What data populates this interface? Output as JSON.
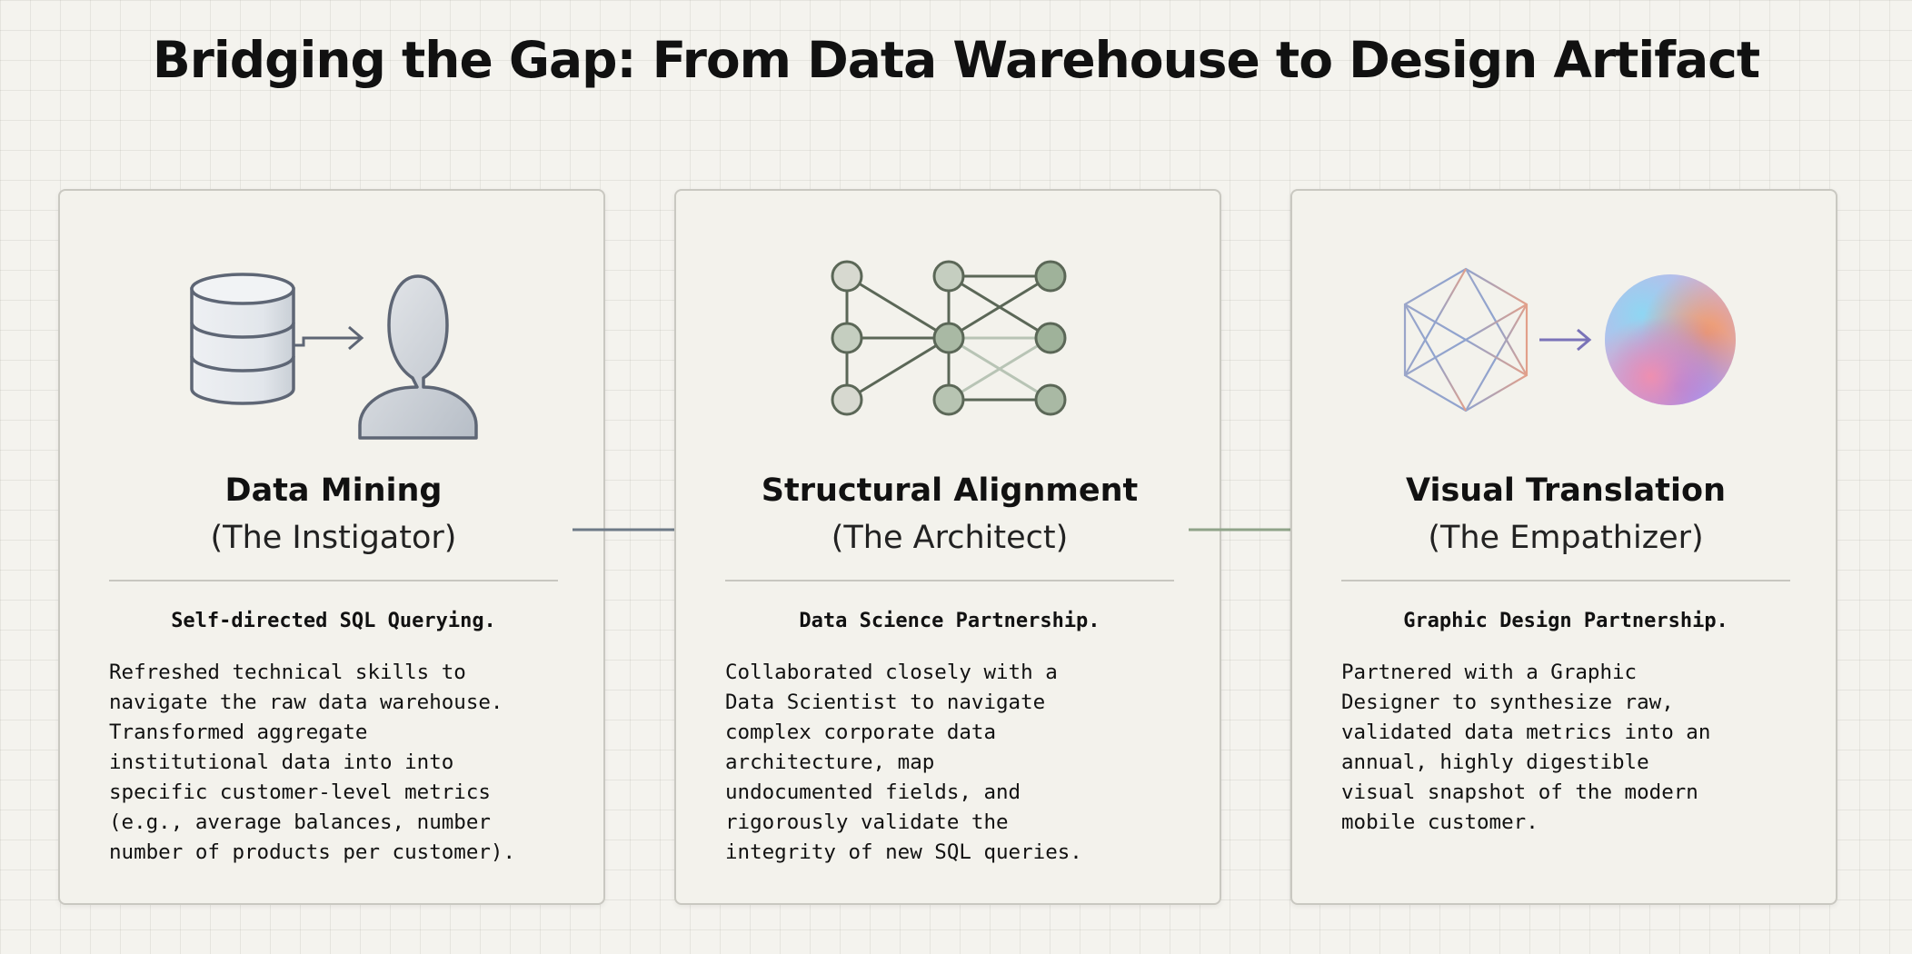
{
  "title": "Bridging the Gap: From Data Warehouse to Design Artifact",
  "colors": {
    "accent_sage": "#8fa389",
    "accent_slate": "#6e7a87",
    "card_border": "#c9c8c1",
    "background": "#f4f3ee"
  },
  "cards": [
    {
      "heading": "Data Mining",
      "subheading": "(The Instigator)",
      "lead": "Self-directed SQL Querying.",
      "body": "Refreshed technical skills to\nnavigate the raw data warehouse.\nTransformed aggregate\ninstitutional data into into\nspecific customer-level metrics\n(e.g., average balances, number\nnumber of products per customer).",
      "icons": [
        "database-icon",
        "arrow-right-icon",
        "person-icon"
      ]
    },
    {
      "heading": "Structural Alignment",
      "subheading": "(The Architect)",
      "lead": "Data Science Partnership.",
      "body": "Collaborated closely with a\nData Scientist to navigate\ncomplex corporate data\narchitecture, map\nundocumented fields, and\nrigorously validate the\nintegrity of new SQL queries.",
      "icons": [
        "network-graph-icon"
      ]
    },
    {
      "heading": "Visual Translation",
      "subheading": "(The Empathizer)",
      "lead": "Graphic Design Partnership.",
      "body": "Partnered with a Graphic\nDesigner to synthesize raw,\nvalidated data metrics into an\nannual, highly digestible\nvisual snapshot of the modern\nmobile customer.",
      "icons": [
        "wireframe-hexagon-icon",
        "arrow-right-icon",
        "gradient-orb-icon"
      ]
    }
  ]
}
